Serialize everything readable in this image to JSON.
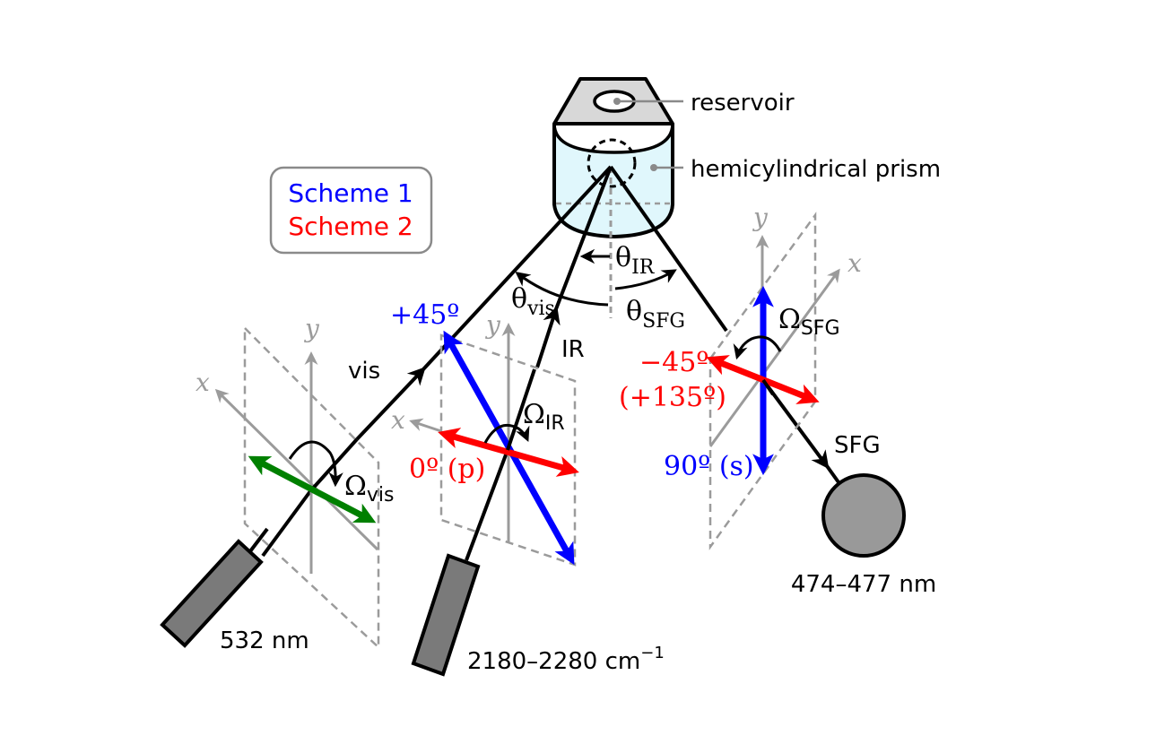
{
  "legend": {
    "scheme1": {
      "label": "Scheme 1",
      "color": "#0000ff"
    },
    "scheme2": {
      "label": "Scheme 2",
      "color": "#ff0000"
    }
  },
  "prism": {
    "reservoir_label": "reservoir",
    "prism_label": "hemicylindrical prism",
    "prism_fill": "#e0f7fc",
    "reservoir_fill": "#d8d8d8"
  },
  "angles": {
    "theta_ir": {
      "symbol": "θ",
      "sub": "IR"
    },
    "theta_vis": {
      "symbol": "θ",
      "sub": "vis"
    },
    "theta_sfg": {
      "symbol": "θ",
      "sub": "SFG"
    }
  },
  "beams": {
    "vis": {
      "label": "vis",
      "source_label": "532 nm",
      "pol_color": "#008000",
      "omega": {
        "symbol": "Ω",
        "sub": "vis"
      }
    },
    "ir": {
      "label": "IR",
      "source_label": "2180–2280 cm",
      "source_sup": "−1",
      "omega": {
        "symbol": "Ω",
        "sub": "IR"
      },
      "pol_scheme1": "+45º",
      "pol_scheme2": "0º (p)"
    },
    "sfg": {
      "label": "SFG",
      "detector_label": "474–477 nm",
      "omega": {
        "symbol": "Ω",
        "sub": "SFG"
      },
      "pol_scheme1": "90º (s)",
      "pol_scheme2_line1": "−45º",
      "pol_scheme2_line2": "(+135º)"
    }
  },
  "axes": {
    "x": "x",
    "y": "y"
  },
  "colors": {
    "axis_grey": "#9b9b9b",
    "source_fill": "#7a7a7a",
    "detector_fill": "#999999"
  }
}
